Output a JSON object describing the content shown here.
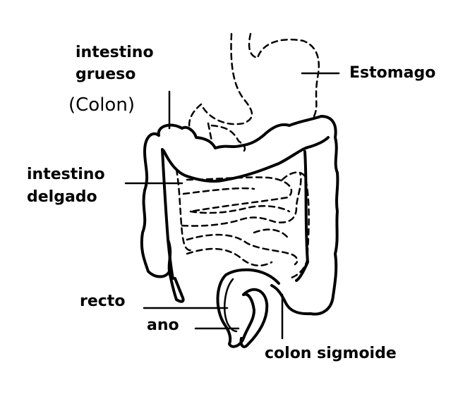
{
  "labels": {
    "large_intestine_1": "intestino",
    "large_intestine_2": "grueso",
    "colon": "(Colon)",
    "stomach": "Estomago",
    "small_intestine_1": "intestino",
    "small_intestine_2": "delgado",
    "rectum": "recto",
    "anus": "ano",
    "sigmoid_colon": "colon sigmoide"
  }
}
